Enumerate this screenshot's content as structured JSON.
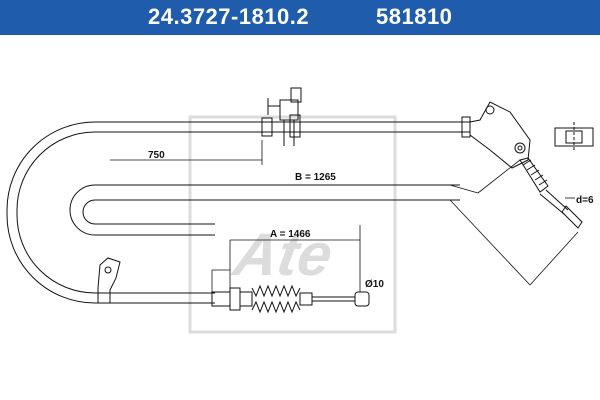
{
  "header": {
    "part_number": "24.3727-1810.2",
    "ref_number": "581810",
    "background_color": "#1f5cac",
    "text_color": "#ffffff"
  },
  "drawing": {
    "dimensions": {
      "d750": "750",
      "b_length": "B = 1265",
      "a_length": "A = 1466",
      "end_diameter": "Ø10",
      "cable_diameter": "d=6"
    },
    "watermark_text": "Ate",
    "line_color": "#111111",
    "watermark_color": "#dcdcdc"
  }
}
